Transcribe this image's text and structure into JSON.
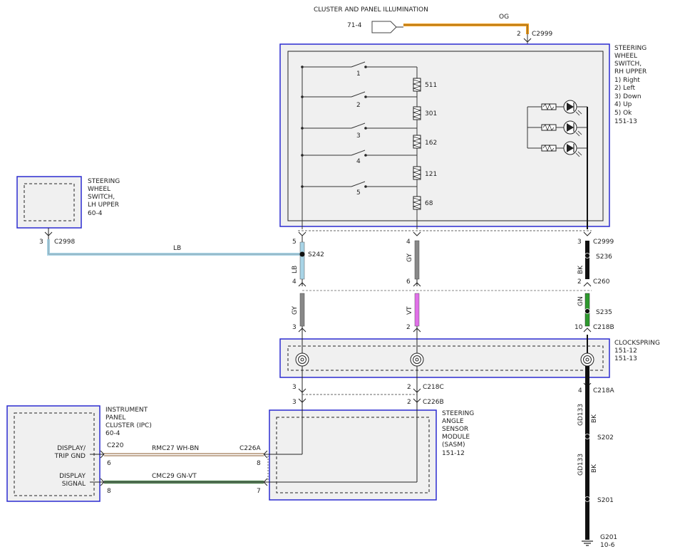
{
  "top_input": {
    "title": "CLUSTER AND PANEL ILLUMINATION",
    "ref": "71-4",
    "wire_color": "OG",
    "connector": "C2999",
    "pin": "2"
  },
  "rh_switch": {
    "name_lines": [
      "STEERING",
      "WHEEL",
      "SWITCH,",
      "RH UPPER"
    ],
    "legend": [
      "1) Right",
      "2) Left",
      "3) Down",
      "4) Up",
      "5) Ok"
    ],
    "ref": "151-13",
    "switches": [
      "1",
      "2",
      "3",
      "4",
      "5"
    ],
    "resistors": [
      "511",
      "301",
      "162",
      "121",
      "68"
    ]
  },
  "lh_switch": {
    "name_lines": [
      "STEERING",
      "WHEEL",
      "SWITCH,",
      "LH UPPER"
    ],
    "ref": "60-4",
    "pin": "3",
    "connector": "C2998",
    "wire_color": "LB"
  },
  "left_column": {
    "pin_top": "5",
    "splice": "S242",
    "wire1": "LB",
    "pin_mid": "4",
    "wire2": "GY",
    "pin_bottom": "3"
  },
  "mid_column": {
    "pin_top": "4",
    "wire1": "GY",
    "pin_mid": "6",
    "wire2": "VT",
    "pin_bottom": "2"
  },
  "right_column": {
    "pin_top": "3",
    "conn_top": "C2999",
    "splice1": "S236",
    "wire1": "BK",
    "pin_mid": "2",
    "conn_mid": "C260",
    "wire2": "GN",
    "splice2": "S235",
    "pin_bottom": "10",
    "conn_bottom": "C218B"
  },
  "clockspring": {
    "name": "CLOCKSPRING",
    "refs": [
      "151-12",
      "151-13"
    ]
  },
  "below_clockspring": {
    "left_pin_a": "3",
    "left_pin_b": "3",
    "mid_pin_a": "2",
    "mid_pin_b": "2",
    "conn_a": "C218C",
    "conn_b": "C226B",
    "right_pin": "4",
    "right_conn": "C218A"
  },
  "ground": {
    "circuit1": "GD133",
    "wire1": "BK",
    "splice1": "S202",
    "circuit2": "GD133",
    "wire2": "BK",
    "splice2": "S201",
    "ground_id": "G201",
    "ref": "10-6"
  },
  "ipc": {
    "name_lines": [
      "INSTRUMENT",
      "PANEL",
      "CLUSTER (IPC)"
    ],
    "ref": "60-4",
    "pin1_label_lines": [
      "DISPLAY/",
      "TRIP GND"
    ],
    "pin2_label_lines": [
      "DISPLAY",
      "SIGNAL"
    ],
    "connector": "C220",
    "pin1": "6",
    "pin2": "8"
  },
  "sasm": {
    "name_lines": [
      "STEERING",
      "ANGLE",
      "SENSOR",
      "MODULE",
      "(SASM)"
    ],
    "ref": "151-12",
    "connector": "C226A",
    "pin1": "8",
    "pin2": "7"
  },
  "wires": {
    "rmc": "RMC27  WH-BN",
    "cmc": "CMC29  GN-VT"
  },
  "colors": {
    "module_border": "#2b2bd0",
    "module_fill": "#f0f0f0",
    "og": "#f2a020",
    "lb": "#a8d4e6",
    "gy": "#888888",
    "vt": "#e070e8",
    "gn": "#2e9a2e",
    "bk": "#111111",
    "gn_vt": "#2e6b2e"
  }
}
